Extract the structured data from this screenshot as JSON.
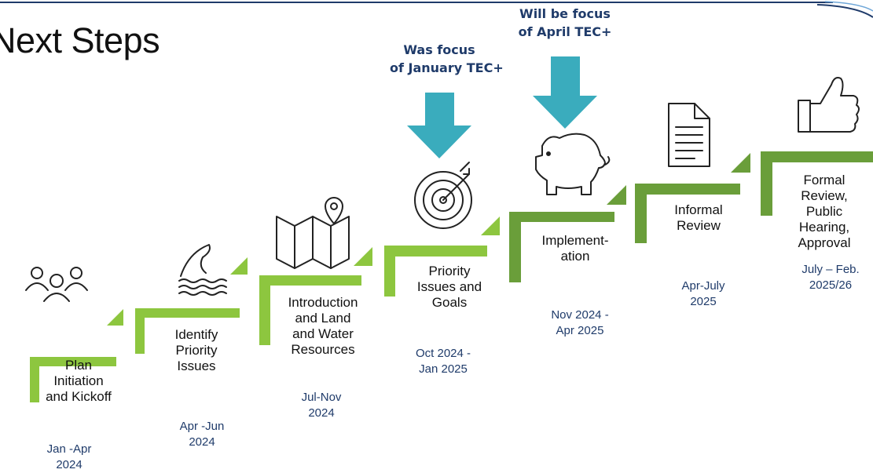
{
  "title": "Next Steps",
  "colors": {
    "bar_light": "#8dc63f",
    "bar_dark": "#6a9e3a",
    "arrow": "#3aacbd",
    "date_text": "#1f3b6a",
    "header_line": "#1f3b6a"
  },
  "focus_notes": [
    {
      "line1": "Was focus",
      "line2": "of January TEC+"
    },
    {
      "line1": "Will be focus",
      "line2": "of April TEC+"
    }
  ],
  "steps": [
    {
      "label_lines": [
        "Plan",
        "Initiation",
        "and Kickoff"
      ],
      "date_lines": [
        "Jan -Apr",
        "2024"
      ],
      "icon": "people-icon"
    },
    {
      "label_lines": [
        "Identify",
        "Priority",
        "Issues"
      ],
      "date_lines": [
        "Apr -Jun",
        "2024"
      ],
      "icon": "wave-icon"
    },
    {
      "label_lines": [
        "Introduction",
        "and Land",
        "and Water",
        "Resources"
      ],
      "date_lines": [
        "Jul-Nov",
        "2024"
      ],
      "icon": "map-icon"
    },
    {
      "label_lines": [
        "Priority",
        "Issues and",
        "Goals"
      ],
      "date_lines": [
        "Oct 2024  -",
        "Jan 2025"
      ],
      "icon": "target-icon"
    },
    {
      "label_lines": [
        "Implement-",
        "ation"
      ],
      "date_lines": [
        "Nov 2024  -",
        "Apr 2025"
      ],
      "icon": "piggy-bank-icon"
    },
    {
      "label_lines": [
        "Informal",
        "Review"
      ],
      "date_lines": [
        "Apr-July",
        "2025"
      ],
      "icon": "document-icon"
    },
    {
      "label_lines": [
        "Formal",
        "Review,",
        "Public",
        "Hearing,",
        "Approval"
      ],
      "date_lines": [
        "July – Feb.",
        "2025/26"
      ],
      "icon": "thumbs-up-icon"
    }
  ]
}
